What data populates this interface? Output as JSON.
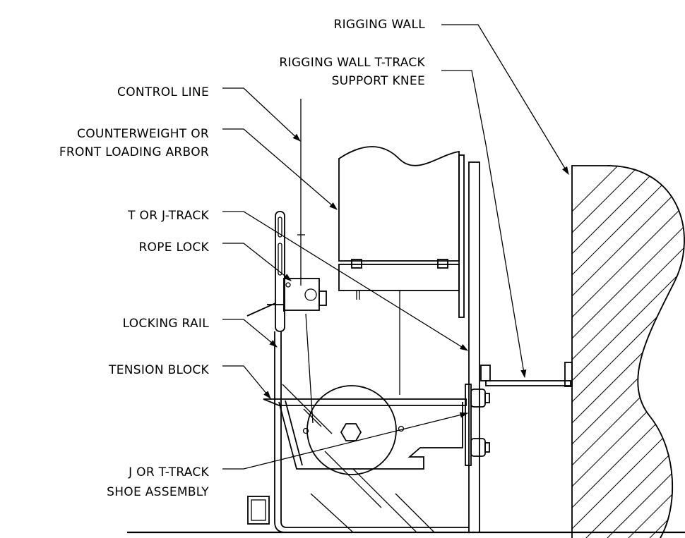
{
  "labels": {
    "rigging_wall": "RIGGING WALL",
    "support_knee_line1": "RIGGING WALL T-TRACK",
    "support_knee_line2": "SUPPORT KNEE",
    "control_line": "CONTROL LINE",
    "arbor_line1": "COUNTERWEIGHT OR",
    "arbor_line2": "FRONT LOADING ARBOR",
    "track": "T OR J-TRACK",
    "rope_lock": "ROPE LOCK",
    "locking_rail": "LOCKING RAIL",
    "tension_block": "TENSION BLOCK",
    "shoe_line1": "J OR T-TRACK",
    "shoe_line2": "SHOE ASSEMBLY"
  }
}
